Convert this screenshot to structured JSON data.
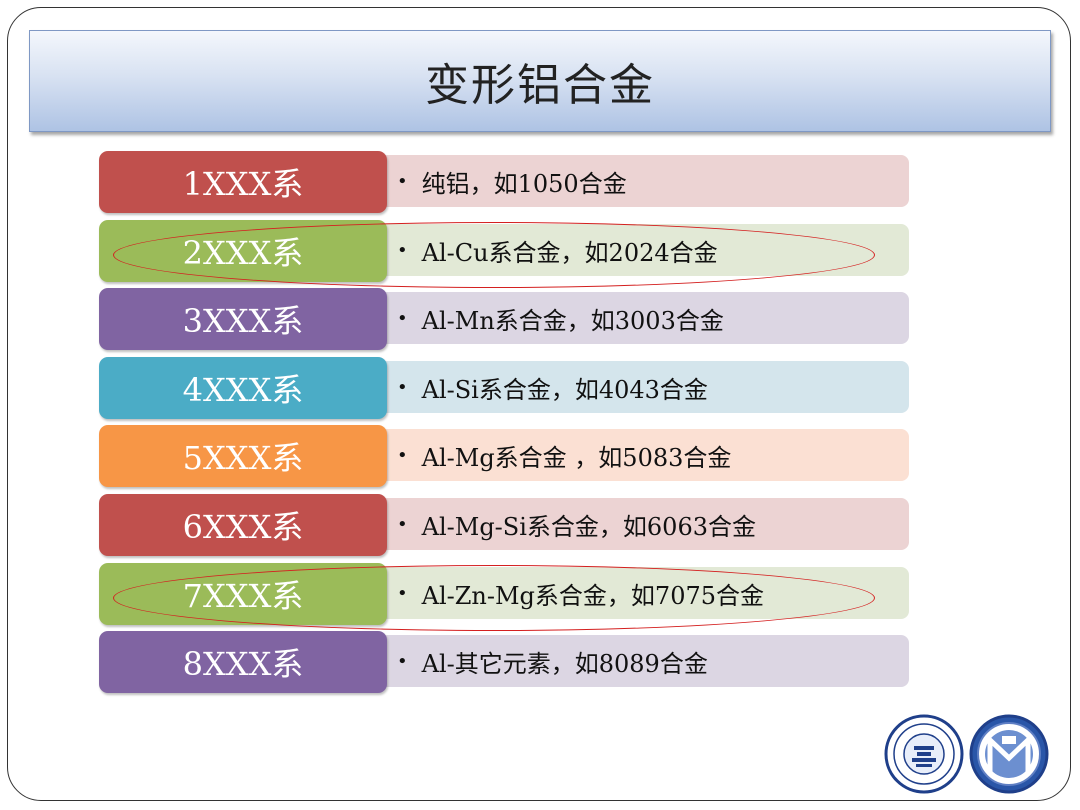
{
  "title": "变形铝合金",
  "rows": [
    {
      "label": "1XXX系",
      "desc": "纯铝，如1050合金",
      "label_color": "#c0504d",
      "desc_color": "#ecd3d3",
      "highlighted": false
    },
    {
      "label": "2XXX系",
      "desc": "Al-Cu系合金，如2024合金",
      "label_color": "#9bbb59",
      "desc_color": "#e2e9d6",
      "highlighted": true
    },
    {
      "label": "3XXX系",
      "desc": "Al-Mn系合金，如3003合金",
      "label_color": "#8064a2",
      "desc_color": "#dcd6e3",
      "highlighted": false
    },
    {
      "label": "4XXX系",
      "desc": "Al-Si系合金，如4043合金",
      "label_color": "#4bacc6",
      "desc_color": "#d4e5ec",
      "highlighted": false
    },
    {
      "label": "5XXX系",
      "desc": "Al-Mg系合金 ，如5083合金",
      "label_color": "#f79646",
      "desc_color": "#fbe0d3",
      "highlighted": false
    },
    {
      "label": "6XXX系",
      "desc": "Al-Mg-Si系合金，如6063合金",
      "label_color": "#c0504d",
      "desc_color": "#ecd3d3",
      "highlighted": false
    },
    {
      "label": "7XXX系",
      "desc": "Al-Zn-Mg系合金，如7075合金",
      "label_color": "#9bbb59",
      "desc_color": "#e2e9d6",
      "highlighted": true
    },
    {
      "label": "8XXX系",
      "desc": "Al-其它元素，如8089合金",
      "label_color": "#8064a2",
      "desc_color": "#dcd6e3",
      "highlighted": false
    }
  ],
  "bullet": "•",
  "logos": {
    "left": "university-seal-icon",
    "right": "school-emblem-icon",
    "seal_color": "#1f3f8a"
  }
}
